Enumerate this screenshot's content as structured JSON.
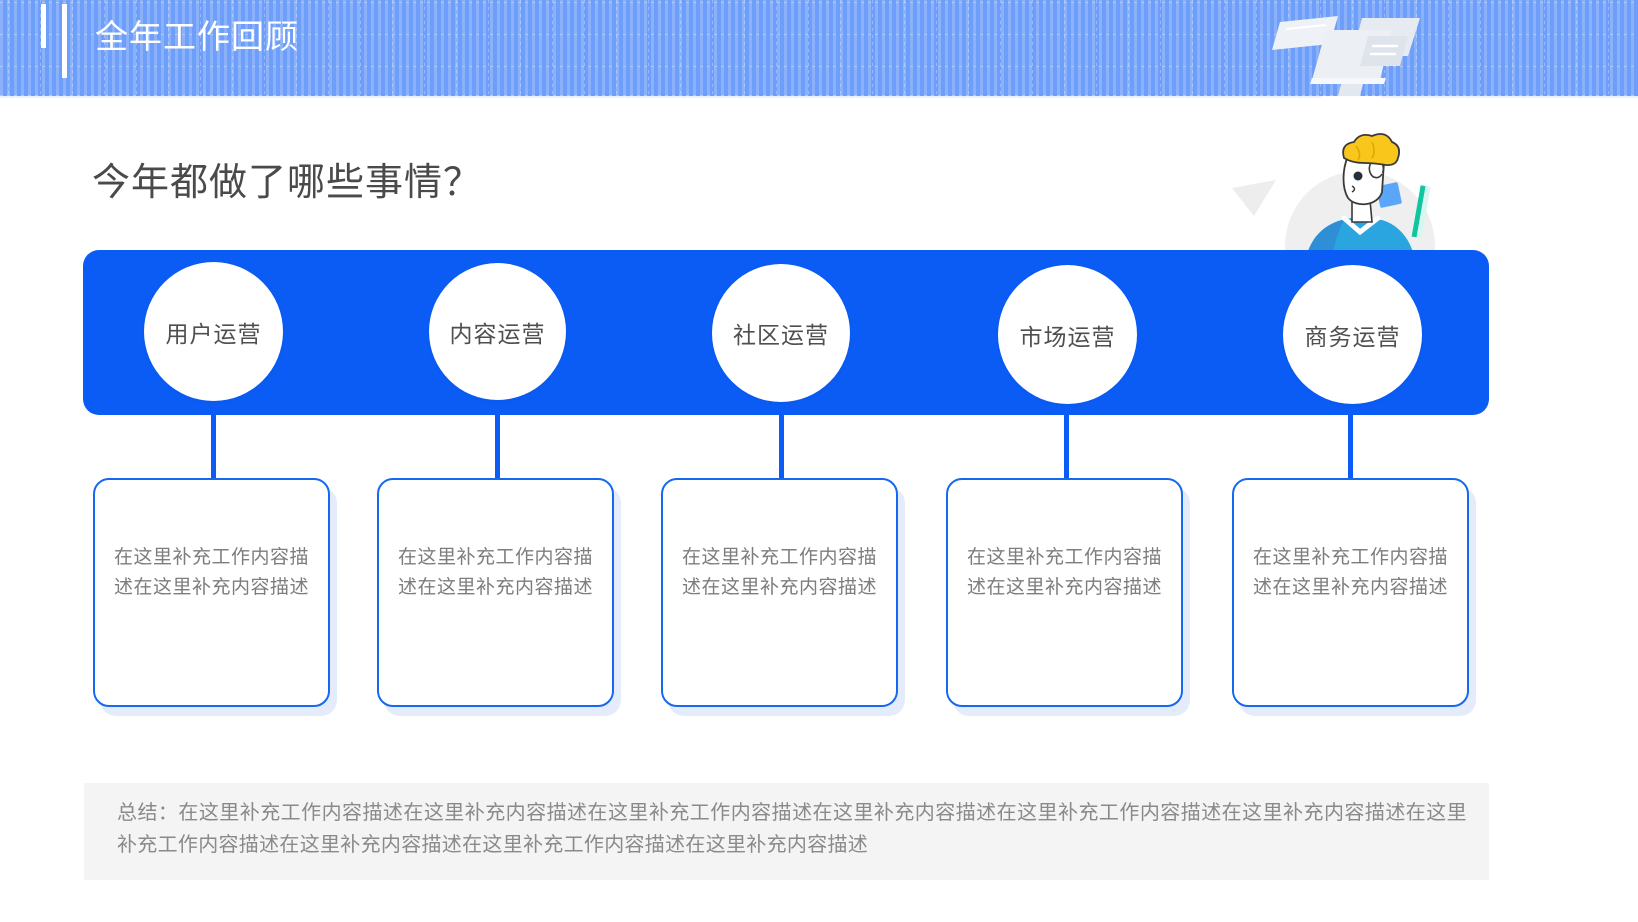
{
  "header": {
    "title": "全年工作回顾",
    "accent_color": "#1060f5",
    "text_color": "#ffffff",
    "illustration": "monitor-documents-illustration"
  },
  "subtitle": {
    "text": "今年都做了哪些事情？",
    "color": "#4a4a4a"
  },
  "illustration": {
    "name": "person-thinking-illustration",
    "hair_color": "#f9c71c",
    "shirt_color": "#2aa5e0",
    "accent_square_color": "#5aa7fa",
    "pencil_color": "#0fc6a0"
  },
  "bar": {
    "color": "#0a5cf5"
  },
  "nodes": [
    {
      "label": "用户运营"
    },
    {
      "label": "内容运营"
    },
    {
      "label": "社区运营"
    },
    {
      "label": "市场运营"
    },
    {
      "label": "商务运营"
    }
  ],
  "cards": [
    {
      "text": "在这里补充工作内容描述在这里补充内容描述"
    },
    {
      "text": "在这里补充工作内容描述在这里补充内容描述"
    },
    {
      "text": "在这里补充工作内容描述在这里补充内容描述"
    },
    {
      "text": "在这里补充工作内容描述在这里补充内容描述"
    },
    {
      "text": "在这里补充工作内容描述在这里补充内容描述"
    }
  ],
  "summary": {
    "text": "总结：在这里补充工作内容描述在这里补充内容描述在这里补充工作内容描述在这里补充内容描述在这里补充工作内容描述在这里补充内容描述在这里补充工作内容描述在这里补充内容描述在这里补充工作内容描述在这里补充内容描述",
    "background": "#f4f4f4",
    "color": "#8a8a8a"
  }
}
